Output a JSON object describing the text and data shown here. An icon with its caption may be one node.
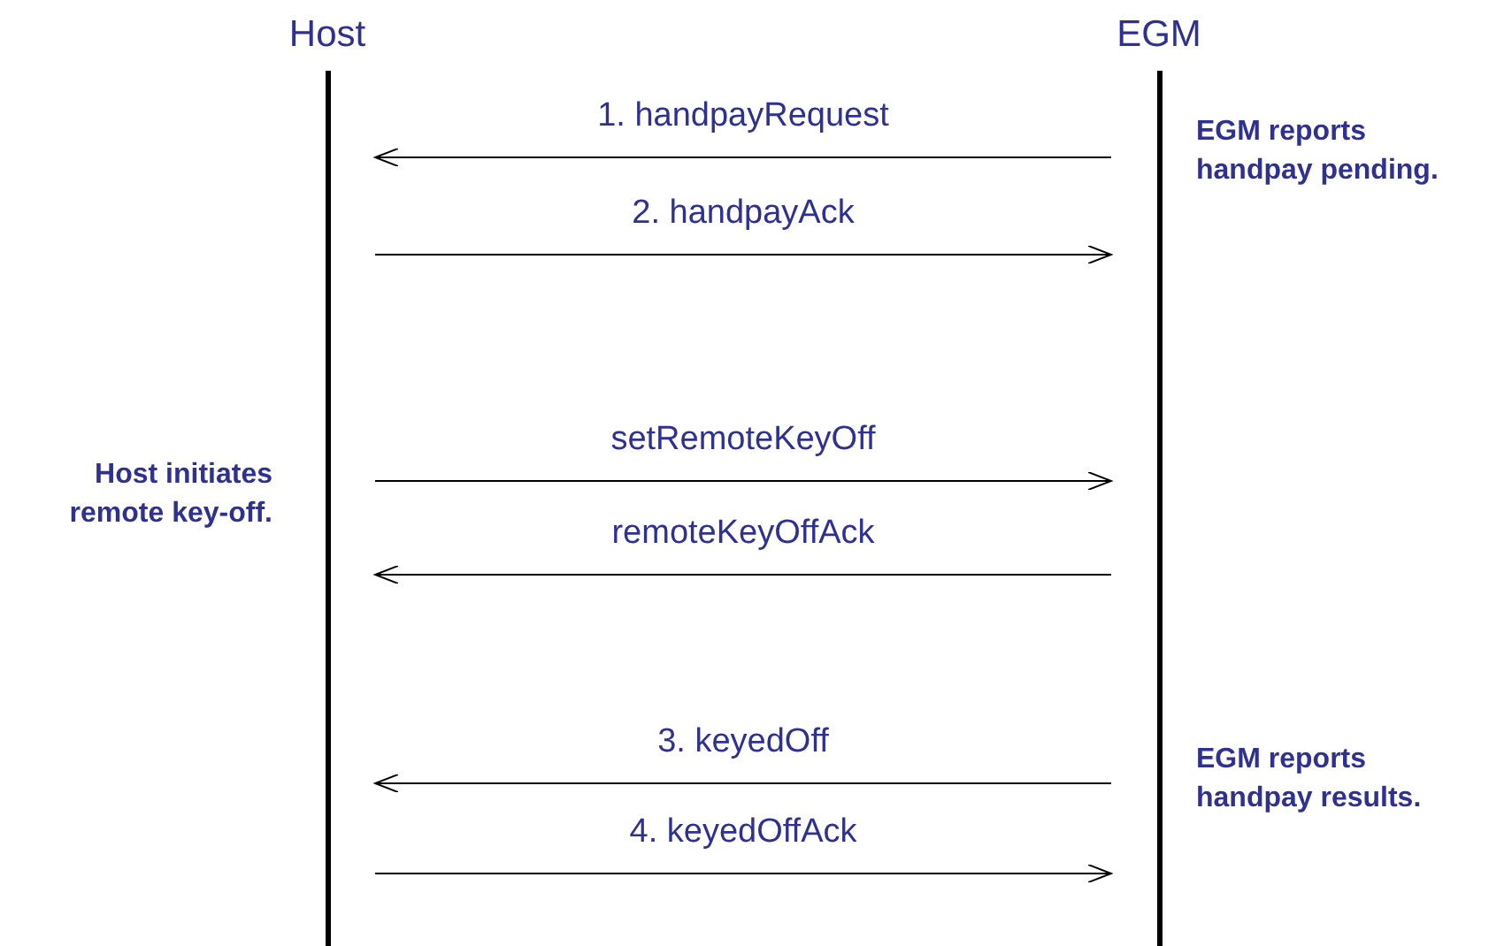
{
  "diagram": {
    "nodes": [
      {
        "text": [
          "Host"
        ]
      },
      {
        "text": [
          "EGM"
        ]
      }
    ],
    "edges": [
      {
        "from": 1,
        "to": 0,
        "arrow": "to",
        "label": "1. handpayRequest"
      },
      {
        "from": 0,
        "to": 1,
        "arrow": "to",
        "label": "2. handpayAck"
      },
      {
        "from": 0,
        "to": 1,
        "arrow": "to",
        "label": "setRemoteKeyOff"
      },
      {
        "from": 1,
        "to": 0,
        "arrow": "to",
        "label": "remoteKeyOffAck"
      },
      {
        "from": 1,
        "to": 0,
        "arrow": "to",
        "label": "3. keyedOff"
      },
      {
        "from": 0,
        "to": 1,
        "arrow": "to",
        "label": "4. keyedOffAck"
      }
    ],
    "labels": [
      "EGM reports handpay pending.",
      "Host initiates remote key-off.",
      "EGM reports handpay results."
    ]
  }
}
